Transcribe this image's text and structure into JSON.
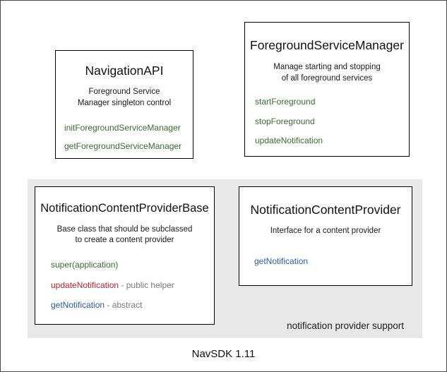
{
  "diagram": {
    "footer_version": "NavSDK 1.11",
    "group_panel_label": "notification provider support",
    "colors": {
      "method_green": "#3b6b33",
      "method_red": "#c12026",
      "method_blue": "#2a5daa",
      "note_gray": "#7a7a7a",
      "panel_background": "#e8e8e8",
      "box_border": "#000000",
      "page_background": "#ffffff"
    },
    "boxes": [
      {
        "id": "navigation-api",
        "title": "NavigationAPI",
        "description_lines": [
          "Foreground Service",
          "Manager singleton control"
        ],
        "methods": [
          {
            "name": "initForegroundServiceManager",
            "color": "green",
            "note": ""
          },
          {
            "name": "getForegroundServiceManager",
            "color": "green",
            "note": ""
          }
        ]
      },
      {
        "id": "foreground-service-manager",
        "title": "ForegroundServiceManager",
        "description_lines": [
          "Manage starting and stopping",
          "of all foreground services"
        ],
        "methods": [
          {
            "name": "startForeground",
            "color": "green",
            "note": ""
          },
          {
            "name": "stopForeground",
            "color": "green",
            "note": ""
          },
          {
            "name": "updateNotification",
            "color": "green",
            "note": ""
          }
        ]
      },
      {
        "id": "notification-content-provider-base",
        "title": "NotificationContentProviderBase",
        "description_lines": [
          "Base class that should be subclassed",
          "to create a content provider"
        ],
        "methods": [
          {
            "name": "super(application)",
            "color": "green",
            "note": ""
          },
          {
            "name": "updateNotification",
            "color": "red",
            "note": " - public helper"
          },
          {
            "name": "getNotification",
            "color": "blue",
            "note": " - abstract"
          }
        ]
      },
      {
        "id": "notification-content-provider",
        "title": "NotificationContentProvider",
        "description_lines": [
          "Interface for a content provider"
        ],
        "methods": [
          {
            "name": "getNotification",
            "color": "blue",
            "note": ""
          }
        ]
      }
    ]
  }
}
